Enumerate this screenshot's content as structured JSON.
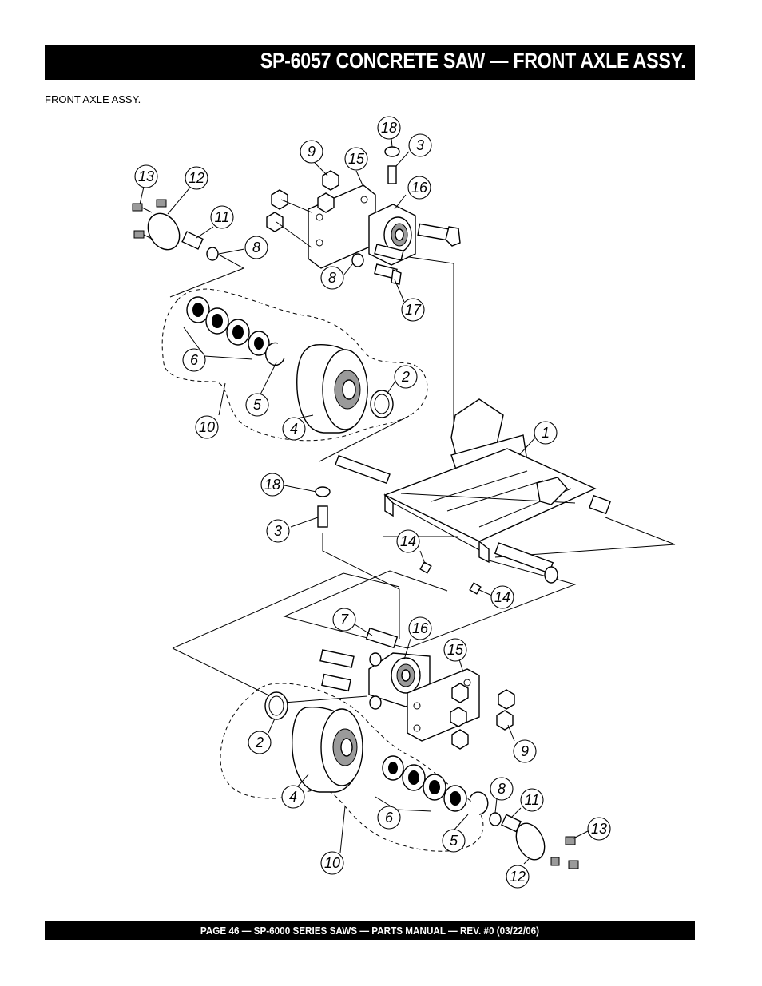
{
  "header": {
    "title": "SP-6057 CONCRETE SAW —  FRONT AXLE ASSY."
  },
  "subtitle": "FRONT AXLE  ASSY.",
  "footer": {
    "text": "PAGE 46 — SP-6000 SERIES SAWS  — PARTS MANUAL — REV. #0 (03/22/06)"
  },
  "callouts": [
    "18",
    "3",
    "9",
    "15",
    "16",
    "13",
    "12",
    "11",
    "8",
    "8",
    "17",
    "6",
    "5",
    "10",
    "4",
    "2",
    "1",
    "18",
    "3",
    "14",
    "14",
    "7",
    "16",
    "15",
    "2",
    "4",
    "9",
    "6",
    "8",
    "11",
    "5",
    "13",
    "10",
    "12"
  ]
}
